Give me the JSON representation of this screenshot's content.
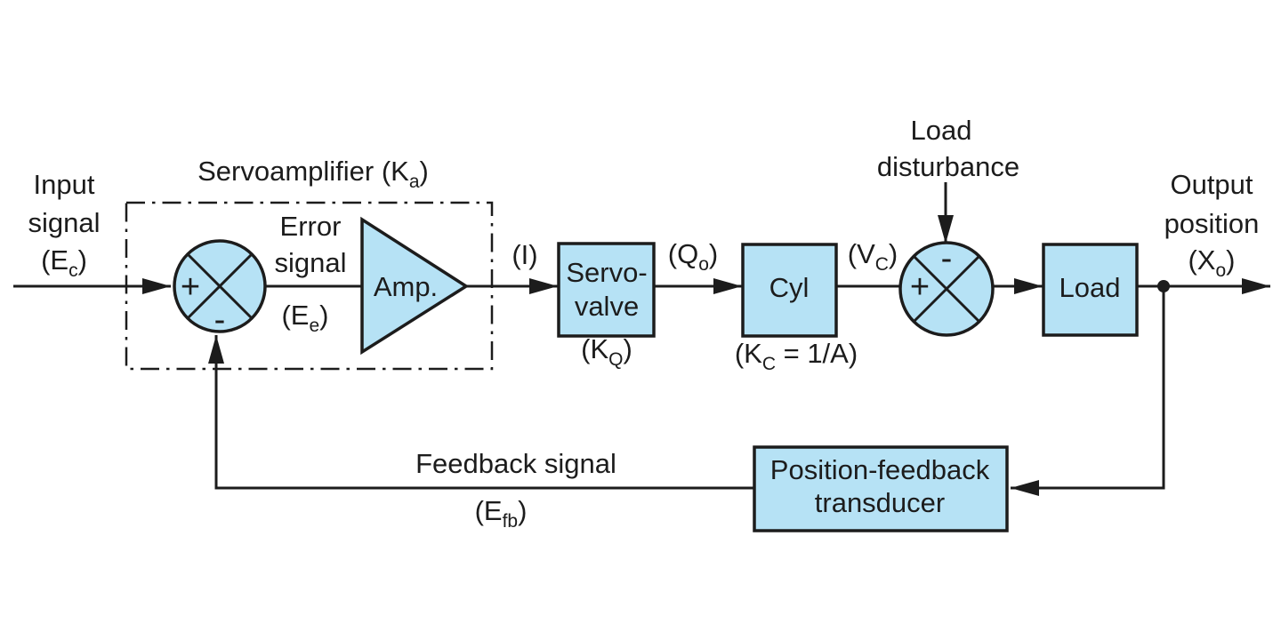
{
  "diagram": {
    "kind": "servo-closed-loop-block-diagram",
    "colors": {
      "block_fill": "#b6e2f5",
      "line_color": "#1c1c1c",
      "background": "#ffffff"
    },
    "labels": {
      "input": {
        "line1": "Input",
        "line2": "signal",
        "sym_pre": "(E",
        "sym_sub": "c",
        "sym_post": ")"
      },
      "servoamplifier": {
        "pre": "Servoamplifier (K",
        "sub": "a",
        "post": ")"
      },
      "error": {
        "line1": "Error",
        "line2": "signal",
        "sym_pre": "(E",
        "sym_sub": "e",
        "sym_post": ")"
      },
      "amp": {
        "label": "Amp."
      },
      "current": {
        "label": "(I)"
      },
      "servo_valve": {
        "line1": "Servo-",
        "line2": "valve",
        "gain_pre": "(K",
        "gain_sub": "Q",
        "gain_post": ")"
      },
      "flow": {
        "pre": "(Q",
        "sub": "o",
        "post": ")"
      },
      "cyl": {
        "label": "Cyl",
        "gain_pre": "(K",
        "gain_sub": "C",
        "gain_post": " = 1/A)"
      },
      "velocity": {
        "pre": "(V",
        "sub": "C",
        "post": ")"
      },
      "load_disturbance": {
        "line1": "Load",
        "line2": "disturbance"
      },
      "load": {
        "label": "Load"
      },
      "output": {
        "line1": "Output",
        "line2": "position",
        "sym_pre": "(X",
        "sym_sub": "o",
        "sym_post": ")"
      },
      "feedback": {
        "line1": "Feedback signal",
        "sym_pre": "(E",
        "sym_sub": "fb",
        "sym_post": ")"
      },
      "transducer": {
        "line1": "Position-feedback",
        "line2": "transducer"
      },
      "sum1": {
        "plus": "+",
        "minus": "-"
      },
      "sum2": {
        "plus": "+",
        "minus": "-"
      }
    }
  }
}
